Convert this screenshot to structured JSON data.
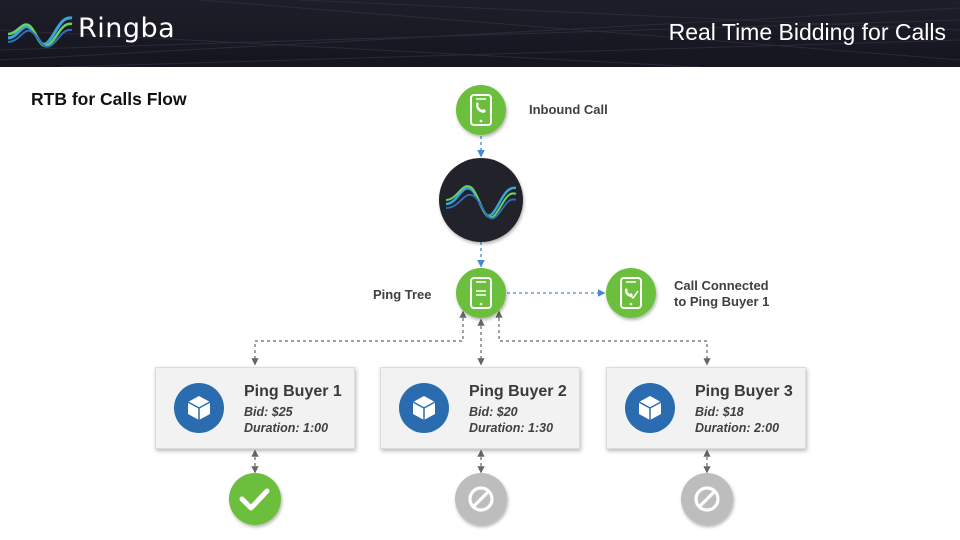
{
  "header": {
    "logo_text": "Ringba",
    "title": "Real Time Bidding for Calls"
  },
  "flow_title": "RTB for Calls Flow",
  "nodes": {
    "inbound": {
      "label": "Inbound Call",
      "icon": "phone-call-icon"
    },
    "ringba": {
      "icon": "ringba-logo-icon"
    },
    "ping_tree": {
      "label": "Ping Tree",
      "icon": "phone-list-icon"
    },
    "connected": {
      "label_line1": "Call Connected",
      "label_line2": "to Ping Buyer 1",
      "icon": "phone-check-icon"
    }
  },
  "buyers": [
    {
      "name": "Ping Buyer 1",
      "bid": "Bid:  $25",
      "duration": "Duration:  1:00",
      "result": "accepted",
      "result_icon": "checkmark-icon"
    },
    {
      "name": "Ping Buyer 2",
      "bid": "Bid:  $20",
      "duration": "Duration:  1:30",
      "result": "rejected",
      "result_icon": "prohibited-icon"
    },
    {
      "name": "Ping Buyer 3",
      "bid": "Bid:  $18",
      "duration": "Duration:  2:00",
      "result": "rejected",
      "result_icon": "prohibited-icon"
    }
  ],
  "colors": {
    "green": "#6cbf3d",
    "blue": "#2b6cb0",
    "gray": "#bdbdbd",
    "arrow_blue": "#4a86d4",
    "arrow_gray": "#666666",
    "header_bg": "#16161f"
  }
}
